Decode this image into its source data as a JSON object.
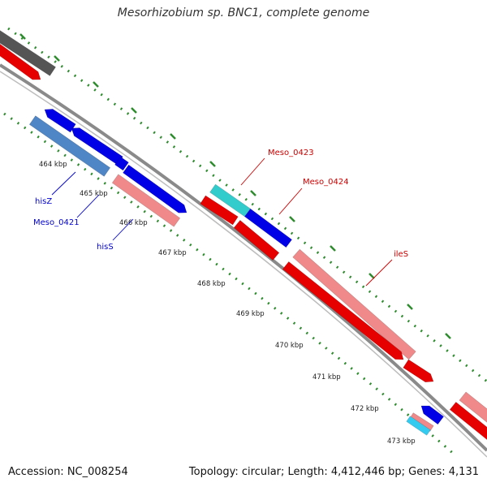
{
  "title": "Mesorhizobium sp. BNC1, complete genome",
  "footer": {
    "accession": "Accession: NC_008254",
    "stats": "Topology: circular; Length: 4,412,446 bp; Genes: 4,131"
  },
  "kbp_ticks": [
    "464 kbp",
    "465 kbp",
    "466 kbp",
    "467 kbp",
    "468 kbp",
    "469 kbp",
    "470 kbp",
    "471 kbp",
    "472 kbp",
    "473 kbp"
  ],
  "gene_labels": [
    {
      "name": "hisZ",
      "color": "#0000cc"
    },
    {
      "name": "Meso_0421",
      "color": "#0000cc"
    },
    {
      "name": "hisS",
      "color": "#0000cc"
    },
    {
      "name": "Meso_0423",
      "color": "#cc0000"
    },
    {
      "name": "Meso_0424",
      "color": "#cc0000"
    },
    {
      "name": "ileS",
      "color": "#cc0000"
    }
  ],
  "colors": {
    "backbone": "#8a8a8a",
    "dots": "#2e8b2e",
    "forward_strand": "#0000e6",
    "reverse_strand": "#e60000",
    "steel_blue": "#4f86c6",
    "pink": "#f08a8a",
    "cyan": "#33cccc",
    "sky": "#33ccf0",
    "gray_gene": "#555555"
  }
}
